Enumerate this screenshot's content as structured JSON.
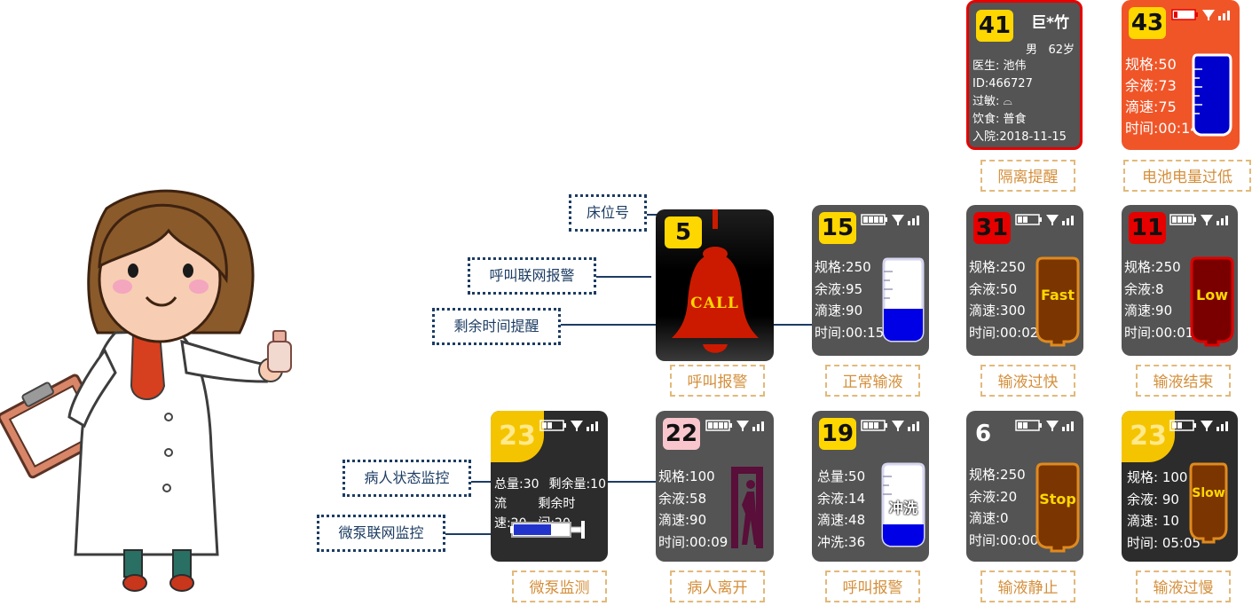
{
  "colors": {
    "card": "#545454",
    "badge_yellow": "#ffd700",
    "badge_red": "#e60000",
    "alert_red": "#f05528",
    "caption_text": "#d48f3b",
    "label_text": "#1c3c63"
  },
  "isolation": {
    "bed": "41",
    "name": "巨*竹",
    "gender_age": "男   62岁",
    "doctor": "医生: 池伟",
    "id": "ID:466727",
    "allergy": "过敏: ⌓",
    "diet": "饮食: 普食",
    "admitted": "入院:2018-11-15",
    "caption": "隔离提醒"
  },
  "battery": {
    "bed": "43",
    "spec": "规格:50",
    "remain": "余液:73",
    "rate": "滴速:75",
    "time": "时间:00:14",
    "caption": "电池电量过低"
  },
  "call": {
    "bed": "5",
    "call_text": "CALL",
    "caption": "呼叫报警"
  },
  "normal": {
    "bed": "15",
    "spec": "规格:250",
    "remain": "余液:95",
    "rate": "滴速:90",
    "time": "时间:00:15",
    "caption": "正常输液"
  },
  "fast": {
    "bed": "31",
    "spec": "规格:250",
    "remain": "余液:50",
    "rate": "滴速:300",
    "time": "时间:00:02",
    "bag_text": "Fast",
    "caption": "输液过快"
  },
  "end": {
    "bed": "11",
    "spec": "规格:250",
    "remain": "余液:8",
    "rate": "滴速:90",
    "time": "时间:00:01",
    "bag_text": "Low",
    "caption": "输液结束"
  },
  "pump": {
    "bed": "23",
    "total": "总量:30",
    "remain": "剩余量:10",
    "rate": "流速:20",
    "remain_time": "剩余时间:20",
    "caption": "微泵监测"
  },
  "leave": {
    "bed": "22",
    "spec": "规格:100",
    "remain": "余液:58",
    "rate": "滴速:90",
    "time": "时间:00:09",
    "caption": "病人离开"
  },
  "flush": {
    "bed": "19",
    "total": "总量:50",
    "remain": "余液:14",
    "rate": "滴速:48",
    "flush": "冲洗:36",
    "bag_text": "冲洗",
    "caption": "呼叫报警"
  },
  "stop": {
    "bed": "6",
    "spec": "规格:250",
    "remain": "余液:20",
    "rate": "滴速:0",
    "time": "时间:00:00",
    "bag_text": "Stop",
    "caption": "输液静止"
  },
  "slow": {
    "bed": "23",
    "spec": "规格: 100",
    "remain": "余液: 90",
    "rate": "滴速: 10",
    "time": "时间: 05:05",
    "bag_text": "Slow",
    "caption": "输液过慢"
  },
  "labels": {
    "bed_no": "床位号",
    "call_alarm": "呼叫联网报警",
    "time_remind": "剩余时间提醒",
    "patient_monitor": "病人状态监控",
    "pump_monitor": "微泵联网监控"
  }
}
